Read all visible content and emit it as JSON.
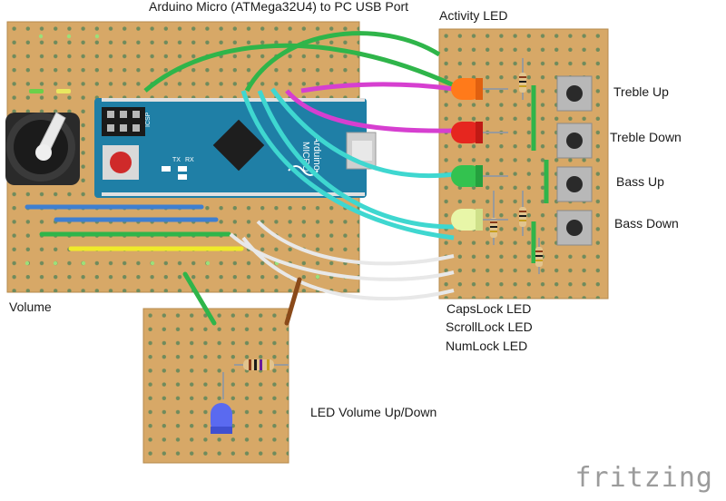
{
  "labels": {
    "usb": "Arduino Micro (ATMega32U4) to PC USB Port",
    "activity": "Activity LED",
    "treble_up": "Treble Up",
    "treble_down": "Treble Down",
    "bass_up": "Bass Up",
    "bass_down": "Bass Down",
    "volume": "Volume",
    "capslock": "CapsLock LED",
    "scrolllock": "ScrollLock LED",
    "numlock": "NumLock LED",
    "led_volume": "LED Volume Up/Down"
  },
  "board_text": {
    "icsp": "ICSP",
    "micro": "MICRO",
    "arduino": "Arduino",
    "tx": "TX",
    "rx": "RX"
  },
  "watermark": "fritzing",
  "colors": {
    "stripboard": "#d7a867",
    "stripboard_hole": "#6f8b5c",
    "arduino_blue": "#1f7fa6",
    "wire_green": "#2fb54a",
    "wire_magenta": "#d63fd0",
    "wire_cyan": "#3fd7d0",
    "wire_white": "#e8e8e8",
    "wire_blue": "#3f7fd0",
    "wire_yellow": "#f0ea2a",
    "wire_brown": "#8a4a1a",
    "led_orange": "#ff7a1a",
    "led_red": "#e6261f",
    "led_green": "#33c24f",
    "led_yellowgreen": "#e8f6a8",
    "led_blue": "#5a6af0"
  }
}
